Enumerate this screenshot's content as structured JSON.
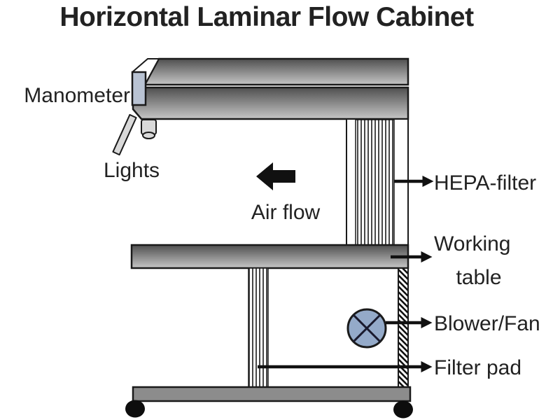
{
  "title": "Horizontal Laminar Flow Cabinet",
  "diagram": {
    "labels": {
      "manometer": "Manometer",
      "lights": "Lights",
      "air_flow": "Air flow",
      "hepa_filter": "HEPA-filter",
      "working_table_line1": "Working",
      "working_table_line2": "table",
      "blower_fan": "Blower/Fan",
      "filter_pad": "Filter pad"
    },
    "colors": {
      "outline": "#1a1a1a",
      "metal_dark": "#4f4f4f",
      "metal_light": "#c6c6c6",
      "base_fill": "#8c8c8c",
      "manometer_fill": "#b9c3d3",
      "light_fill": "#d9d9d9",
      "fan_fill": "#94aac9",
      "text_color": "#222222",
      "arrow_color": "#111111"
    }
  }
}
